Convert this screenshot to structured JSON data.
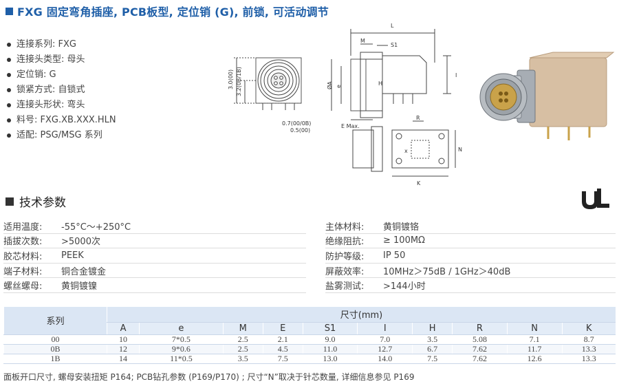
{
  "header": {
    "title": "FXG 固定弯角插座, PCB板型, 定位销 (G), 前锁, 可活动调节"
  },
  "features": [
    {
      "label": "连接系列: FXG"
    },
    {
      "label": "连接头类型: 母头"
    },
    {
      "label": "定位销: G"
    },
    {
      "label": "锁紧方式: 自锁式"
    },
    {
      "label": "连接头形状: 弯头"
    },
    {
      "label": "料号: FXG.XB.XXX.HLN"
    },
    {
      "label": "适配: PSG/MSG 系列"
    }
  ],
  "drawing": {
    "dim_L": "L",
    "dim_M": "M",
    "dim_S1": "S1",
    "dim_phiA": "ØA",
    "dim_e": "e",
    "dim_I": "I",
    "dim_H": "H",
    "dim_3_0": "3.0(00)",
    "dim_3_2": "3.2(0B/1B)",
    "dim_0_7": "0.7(00/0B)",
    "dim_0_5": "0.5(00)",
    "dim_emax": "E Max.",
    "dim_R": "R",
    "dim_N": "N",
    "dim_K": "K",
    "dim_x": "x"
  },
  "specs_section": {
    "title": "技术参数"
  },
  "specs_left": [
    {
      "label": "适用温度:",
      "value": "-55°C～+250°C"
    },
    {
      "label": "插拔次数:",
      "value": ">5000次"
    },
    {
      "label": "胶芯材料:",
      "value": "PEEK"
    },
    {
      "label": "端子材料:",
      "value": "铜合金镀金"
    },
    {
      "label": "螺丝螺母:",
      "value": "黄铜镀镍"
    }
  ],
  "specs_right": [
    {
      "label": "主体材料:",
      "value": "黄铜镀铬"
    },
    {
      "label": "绝缘阻抗:",
      "value": "≥ 100MΩ"
    },
    {
      "label": "防护等级:",
      "value": "IP 50"
    },
    {
      "label": "屏蔽效率:",
      "value": "10MHz＞75dB / 1GHz＞40dB"
    },
    {
      "label": "盐雾测试:",
      "value": ">144小时"
    }
  ],
  "table": {
    "series_header": "系列",
    "size_header": "尺寸(mm)",
    "columns": [
      "A",
      "e",
      "M",
      "E",
      "S1",
      "I",
      "H",
      "R",
      "N",
      "K"
    ],
    "rows": [
      {
        "series": "00",
        "cells": [
          "10",
          "7*0.5",
          "2.5",
          "2.1",
          "9.0",
          "7.0",
          "3.5",
          "5.08",
          "7.1",
          "8.7"
        ]
      },
      {
        "series": "0B",
        "cells": [
          "12",
          "9*0.6",
          "2.5",
          "4.5",
          "11.0",
          "12.7",
          "6.7",
          "7.62",
          "11.7",
          "13.3"
        ]
      },
      {
        "series": "1B",
        "cells": [
          "14",
          "11*0.5",
          "3.5",
          "7.5",
          "13.0",
          "14.0",
          "7.5",
          "7.62",
          "12.6",
          "13.3"
        ]
      }
    ]
  },
  "footer_note": "面板开口尺寸, 螺母安装扭矩 P164; PCB钻孔参数 (P169/P170) ; 尺寸“N”取决于针芯数量, 详细信息参见 P169",
  "colors": {
    "title_blue": "#1f5fa8",
    "table_header": "#dbe6f4"
  }
}
